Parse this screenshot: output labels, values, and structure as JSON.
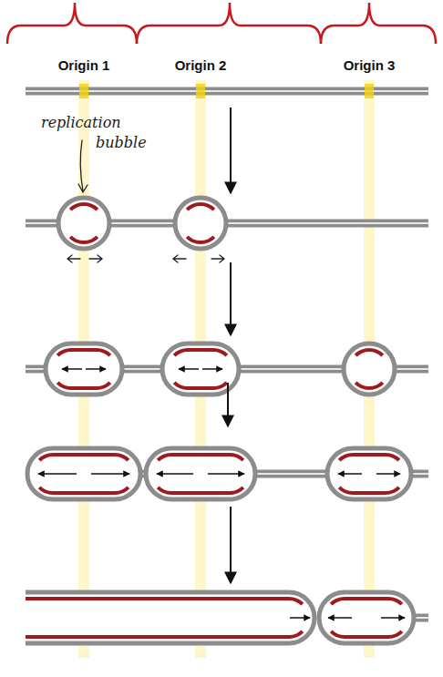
{
  "diagram": {
    "labels": [
      "Origin 1",
      "Origin 2",
      "Origin 3",
      "replication bubble"
    ]
  }
}
